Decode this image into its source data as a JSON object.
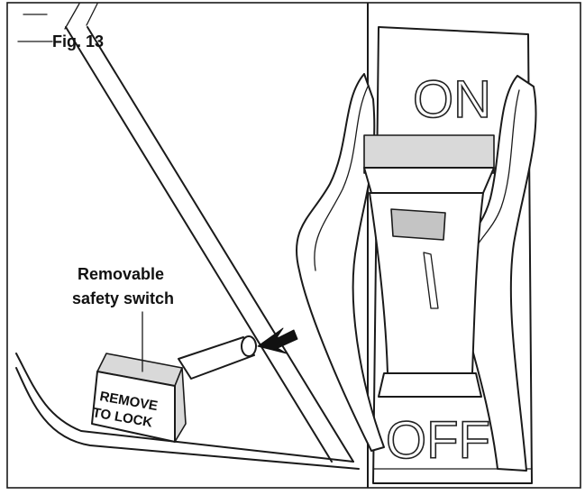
{
  "figure": {
    "label": "Fig. 13",
    "callout_line1": "Removable",
    "callout_line2": "safety switch",
    "switch_on_label": "ON",
    "switch_off_label": "OFF",
    "key_label_line1": "REMOVE",
    "key_label_line2": "TO LOCK"
  },
  "colors": {
    "ink": "#1a1a1a",
    "background": "#ffffff",
    "shade": "#d9d9d9"
  }
}
